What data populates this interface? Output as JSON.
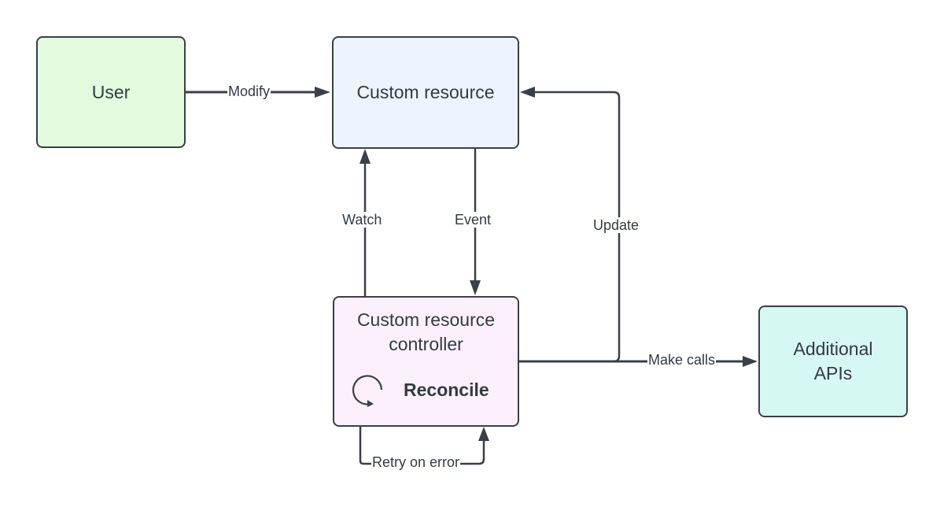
{
  "diagram": {
    "nodes": {
      "user": {
        "label": "User",
        "fill": "#e3fadf"
      },
      "custom_resource": {
        "label": "Custom resource",
        "fill": "#edf4ff"
      },
      "controller": {
        "title_line1": "Custom resource",
        "title_line2": "controller",
        "reconcile_label": "Reconcile",
        "fill": "#fcf0ff"
      },
      "additional_apis": {
        "line1": "Additional",
        "line2": "APIs",
        "fill": "#d6f8f2"
      }
    },
    "edges": {
      "modify": "Modify",
      "watch": "Watch",
      "event": "Event",
      "update": "Update",
      "make_calls": "Make calls",
      "retry": "Retry on error"
    },
    "stroke_color": "#3a3f48"
  }
}
